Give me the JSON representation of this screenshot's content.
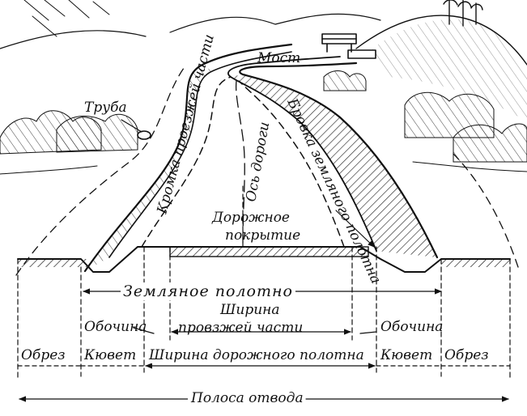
{
  "labels": {
    "most": "Мост",
    "truba": "Труба",
    "kromka": "Кромка проезжей части",
    "os": "Ось дороги",
    "brovka": "Бровка земляного полотна",
    "pokrytie_1": "Дорожное",
    "pokrytie_2": "покрытие",
    "zemlyanoe": "Земляное полотно",
    "shirina_1": "Ширина",
    "shirina_2": "провзжей части",
    "obochina_left": "Обочина",
    "obochina_right": "Обочина",
    "obrez_left": "Обрез",
    "kyuvet_left": "Кювет",
    "shirina_polotna": "Ширина дорожного полотна",
    "kyuvet_right": "Кювет",
    "obrez_right": "Обрез",
    "polosa": "Полоса отвода"
  },
  "colors": {
    "ink": "#111111",
    "paper": "#ffffff"
  }
}
